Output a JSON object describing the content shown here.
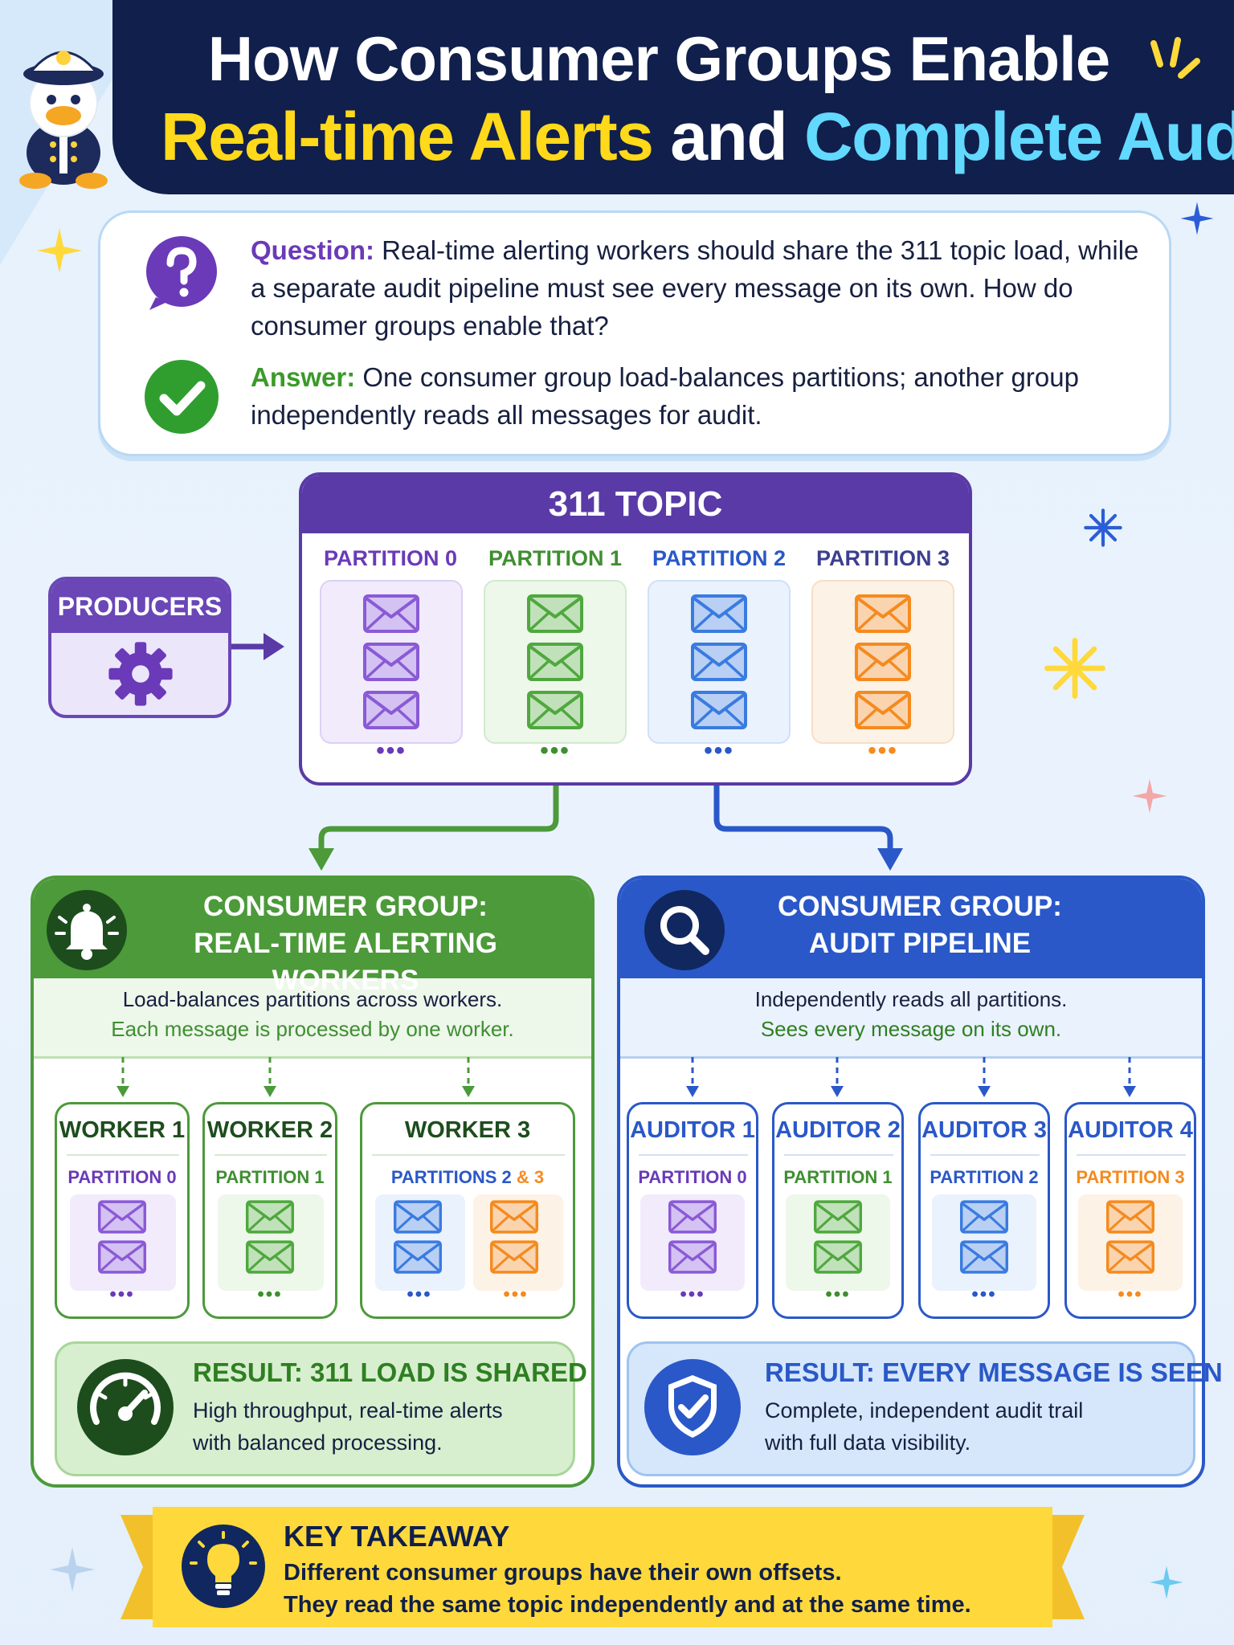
{
  "header": {
    "title_line1": "How Consumer Groups Enable",
    "title_line2_part1": "Real-time Alerts",
    "title_line2_part2": "and",
    "title_line2_part3": "Complete Audit",
    "title_colors": {
      "part1": "#ffd91a",
      "part2": "#ffffff",
      "part3": "#62d9ff"
    }
  },
  "qa": {
    "question_label": "Question:",
    "question_text": "Real-time alerting workers should share the 311 topic load, while a separate audit pipeline must see every message on its own. How do consumer groups enable that?",
    "answer_label": "Answer:",
    "answer_text": "One consumer group load-balances partitions; another group independently reads all messages for audit."
  },
  "topic": {
    "title": "311 TOPIC",
    "partitions": [
      {
        "label": "PARTITION 0",
        "color": "#8a5ad6",
        "dots": "•••"
      },
      {
        "label": "PARTITION 1",
        "color": "#4fa83e",
        "dots": "•••"
      },
      {
        "label": "PARTITION 2",
        "color": "#3a7be0",
        "dots": "•••"
      },
      {
        "label": "PARTITION 3",
        "color": "#f58a1f",
        "dots": "•••"
      }
    ]
  },
  "producers": {
    "label": "PRODUCERS"
  },
  "alerting_group": {
    "title_line1": "CONSUMER GROUP:",
    "title_line2": "REAL-TIME ALERTING WORKERS",
    "desc_line1": "Load-balances partitions across workers.",
    "desc_line2": "Each message is processed by one worker.",
    "workers": [
      {
        "title": "WORKER 1",
        "partitions": "PARTITION 0"
      },
      {
        "title": "WORKER 2",
        "partitions": "PARTITION 1"
      },
      {
        "title": "WORKER 3",
        "partitions_prefix": "PARTITIONS",
        "partitions_a": "2",
        "partitions_amp": "&",
        "partitions_b": "3"
      }
    ],
    "result_title": "RESULT: 311 LOAD IS SHARED",
    "result_line1": "High throughput, real-time alerts",
    "result_line2": "with balanced processing.",
    "color": "#4c9a3a"
  },
  "audit_group": {
    "title_line1": "CONSUMER GROUP:",
    "title_line2": "AUDIT PIPELINE",
    "desc_line1": "Independently reads all partitions.",
    "desc_line2": "Sees every message on its own.",
    "auditors": [
      {
        "title": "AUDITOR 1",
        "partitions": "PARTITION 0"
      },
      {
        "title": "AUDITOR 2",
        "partitions": "PARTITION 1"
      },
      {
        "title": "AUDITOR 3",
        "partitions": "PARTITION 2"
      },
      {
        "title": "AUDITOR 4",
        "partitions": "PARTITION 3"
      }
    ],
    "result_title": "RESULT: EVERY MESSAGE IS SEEN",
    "result_line1": "Complete, independent audit trail",
    "result_line2": "with full data visibility.",
    "color": "#2a58c8"
  },
  "takeaway": {
    "title": "KEY TAKEAWAY",
    "line1": "Different consumer groups have their own offsets.",
    "line2": "They read the same topic independently and at the same time."
  },
  "icons": [
    "captain-duck-mascot",
    "question-icon",
    "check-icon",
    "envelope-icon",
    "gear-icon",
    "bell-icon",
    "magnifier-icon",
    "gauge-icon",
    "shield-check-icon",
    "lightbulb-icon",
    "sparkle-icon"
  ]
}
